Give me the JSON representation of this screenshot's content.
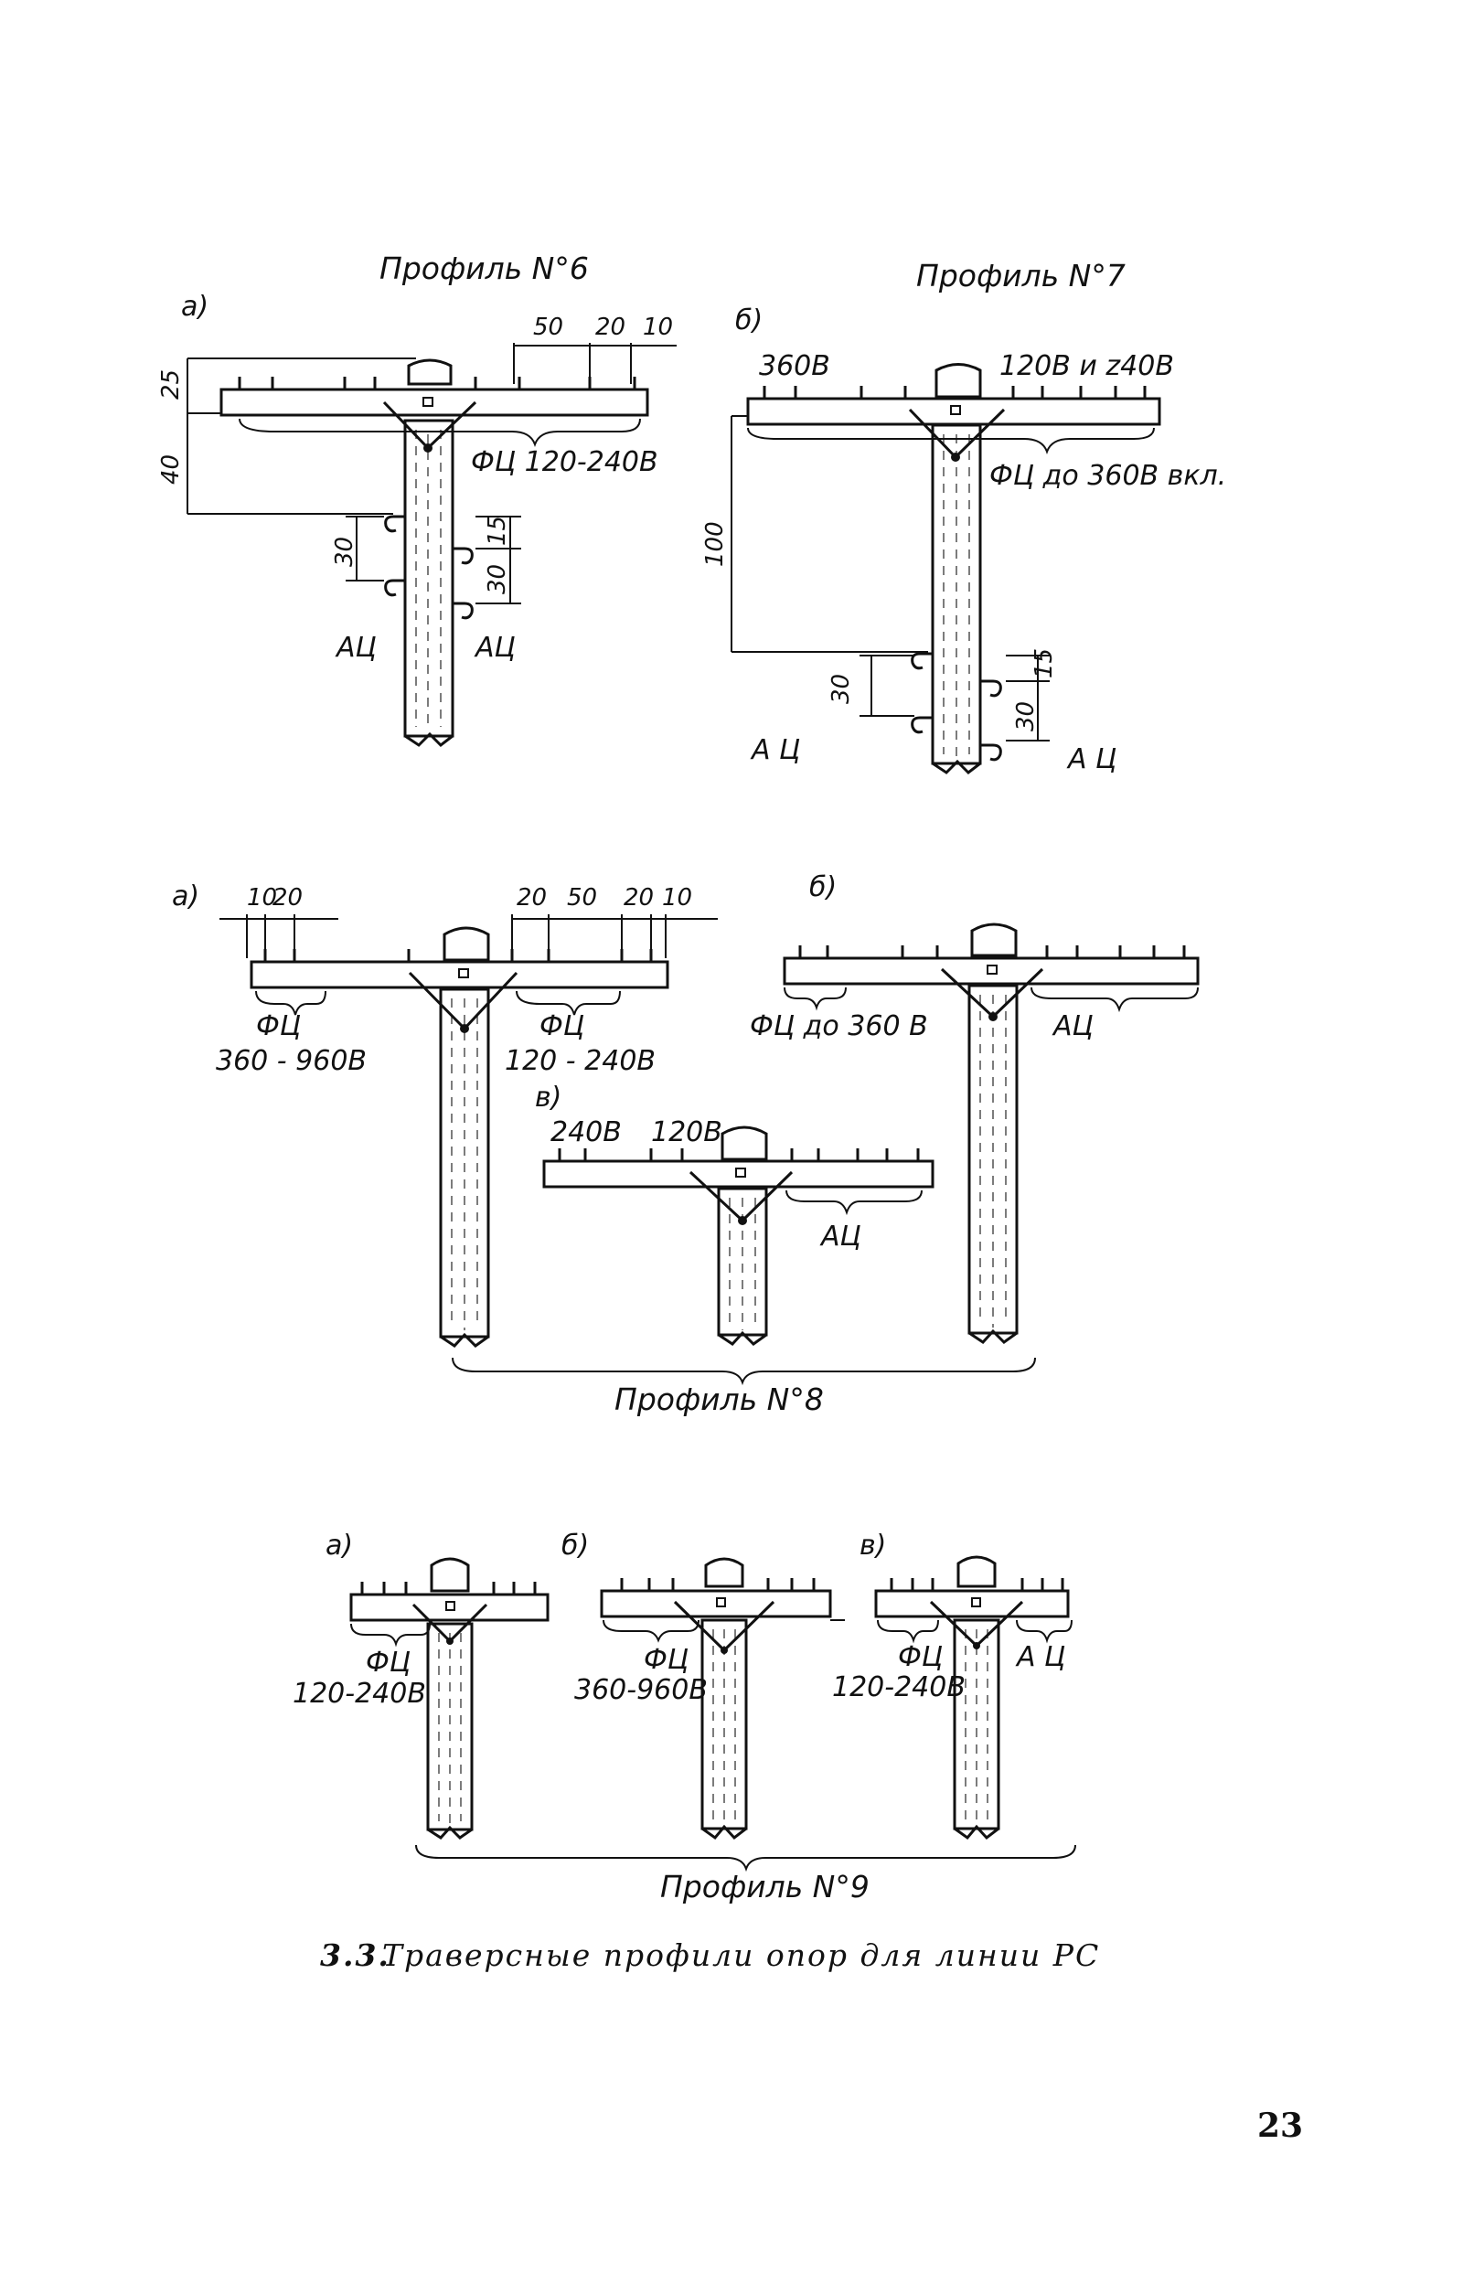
{
  "profile6": {
    "title": "Профиль N°6",
    "letter": "а)",
    "top_dims": [
      "50",
      "20",
      "10"
    ],
    "left_dims": [
      "25",
      "40"
    ],
    "hook_dims_left": "30",
    "hook_dims_right": [
      "15",
      "30"
    ],
    "label_fc": "ФЦ  120-240В",
    "label_ac_left": "АЦ",
    "label_ac_right": "АЦ"
  },
  "profile7": {
    "title": "Профиль N°7",
    "letter": "б)",
    "top_left_voltage": "360В",
    "top_right_voltage": "120В  и  z40В",
    "left_dim": "100",
    "hook_dims_left": "30",
    "hook_dims_right": [
      "15",
      "30"
    ],
    "label_fc": "ФЦ до 360В вкл.",
    "label_ac_left": "А Ц",
    "label_ac_right": "А Ц"
  },
  "profile8": {
    "title": "Профиль N°8",
    "a": {
      "letter": "а)",
      "left_dims": [
        "10",
        "20"
      ],
      "right_dims": [
        "20",
        "50",
        "20",
        "10"
      ],
      "fc_left": "ФЦ",
      "fc_left_range": "360 - 960В",
      "fc_right": "ФЦ",
      "fc_right_range": "120 - 240В"
    },
    "b": {
      "letter": "б)",
      "fc_label": "ФЦ  до 360 В",
      "ac_label": "АЦ"
    },
    "v": {
      "letter": "в)",
      "v1": "240В",
      "v2": "120В",
      "ac_label": "АЦ"
    }
  },
  "profile9": {
    "title": "Профиль N°9",
    "a": {
      "letter": "а)",
      "fc": "ФЦ",
      "range": "120-240В"
    },
    "b": {
      "letter": "б)",
      "fc": "ФЦ",
      "range": "360-960В"
    },
    "v": {
      "letter": "в)",
      "fc": "ФЦ",
      "range": "120-240В",
      "ac": "А Ц"
    }
  },
  "caption": {
    "number": "3.3.",
    "text": "Траверсные профили опор для линии РС"
  },
  "page_number": "23"
}
